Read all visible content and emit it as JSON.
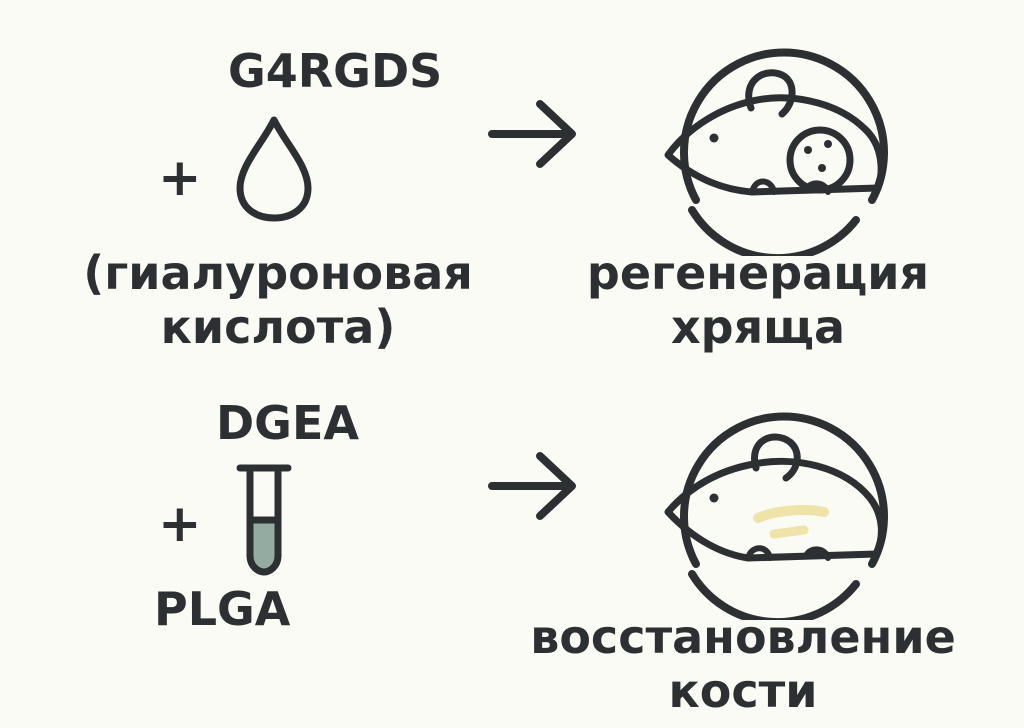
{
  "row1": {
    "peptide": "G4RGDS",
    "plus": "+",
    "material_line1": "(гиалуроновая",
    "material_line2": "кислота)",
    "material_icon": "droplet-icon",
    "arrow_icon": "arrow-right-icon",
    "animal_icon": "mouse-icon",
    "outcome_line1": "регенерация",
    "outcome_line2": "хряща",
    "colors": {
      "droplet": "#9fd0e0",
      "mouse": "#e6dccb",
      "cartilage": "#9fd8b9"
    }
  },
  "row2": {
    "peptide": "DGEA",
    "plus": "+",
    "material": "PLGA",
    "material_icon": "test-tube-icon",
    "arrow_icon": "arrow-right-icon",
    "animal_icon": "mouse-icon",
    "outcome_line1": "восстановление",
    "outcome_line2": "кости",
    "colors": {
      "tube_fill": "#93aba1",
      "mouse": "#b69580",
      "bone": "#efe3a8"
    }
  },
  "colors": {
    "ink": "#2d3033",
    "background": "#fbfbf6"
  }
}
